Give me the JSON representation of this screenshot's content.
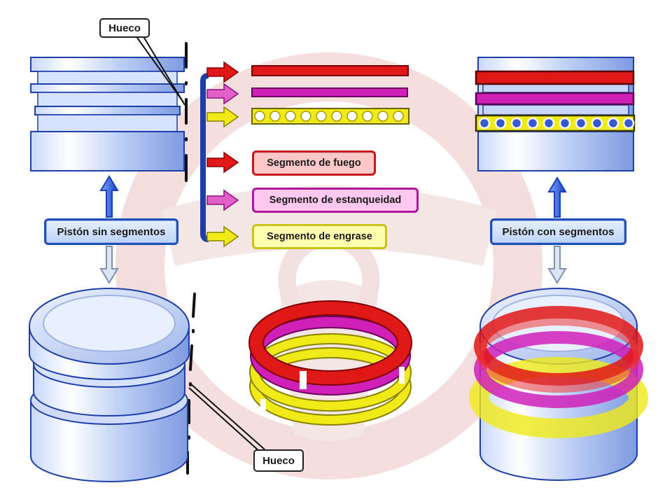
{
  "labels": {
    "hueco_top": "Hueco",
    "hueco_bottom": "Hueco",
    "piston_without": "Pistón sin segmentos",
    "piston_with": "Pistón con segmentos",
    "segment_fire": "Segmento de fuego",
    "segment_seal": "Segmento de estanqueidad",
    "segment_oil": "Segmento de engrase"
  },
  "colors": {
    "piston_blue": "#1f3fa8",
    "piston_fill": "#dbe6ff",
    "fire_red": "#e01818",
    "seal_magenta": "#d020b8",
    "oil_yellow": "#f0ea18",
    "watermark": "#f2d6d6"
  }
}
